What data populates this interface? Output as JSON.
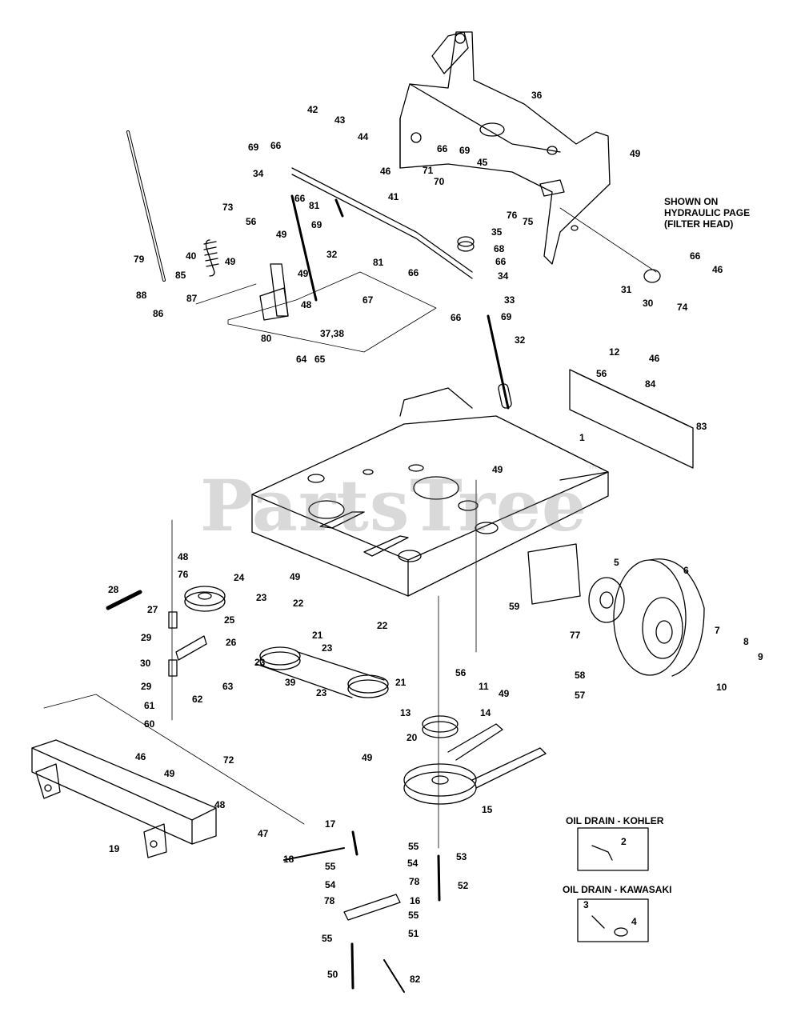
{
  "watermark": "PartsTree",
  "watermark_mark": "™",
  "notes": {
    "shown_on": "SHOWN ON",
    "hydraulic_page": "HYDRAULIC PAGE",
    "filter_head": "(FILTER HEAD)",
    "oil_drain_kohler": "OIL DRAIN - KOHLER",
    "oil_drain_kawasaki": "OIL DRAIN - KAWASAKI"
  },
  "callouts": [
    "42",
    "36",
    "43",
    "44",
    "69",
    "66",
    "34",
    "66",
    "69",
    "46",
    "71",
    "70",
    "45",
    "49",
    "66",
    "81",
    "69",
    "41",
    "76",
    "75",
    "73",
    "56",
    "49",
    "40",
    "49",
    "32",
    "35",
    "68",
    "66",
    "81",
    "66",
    "34",
    "31",
    "30",
    "66",
    "74",
    "46",
    "79",
    "85",
    "88",
    "86",
    "87",
    "49",
    "48",
    "67",
    "33",
    "66",
    "69",
    "80",
    "37,38",
    "64",
    "65",
    "32",
    "12",
    "46",
    "56",
    "84",
    "83",
    "1",
    "49",
    "48",
    "76",
    "24",
    "49",
    "5",
    "6",
    "23",
    "22",
    "28",
    "27",
    "25",
    "26",
    "29",
    "30",
    "29",
    "61",
    "60",
    "62",
    "63",
    "21",
    "23",
    "23",
    "39",
    "22",
    "59",
    "77",
    "7",
    "8",
    "9",
    "10",
    "56",
    "11",
    "49",
    "58",
    "57",
    "23",
    "21",
    "13",
    "20",
    "14",
    "46",
    "49",
    "72",
    "49",
    "15",
    "48",
    "47",
    "19",
    "17",
    "55",
    "54",
    "18",
    "55",
    "54",
    "78",
    "53",
    "52",
    "78",
    "16",
    "55",
    "55",
    "51",
    "50",
    "82",
    "2",
    "3",
    "4"
  ]
}
